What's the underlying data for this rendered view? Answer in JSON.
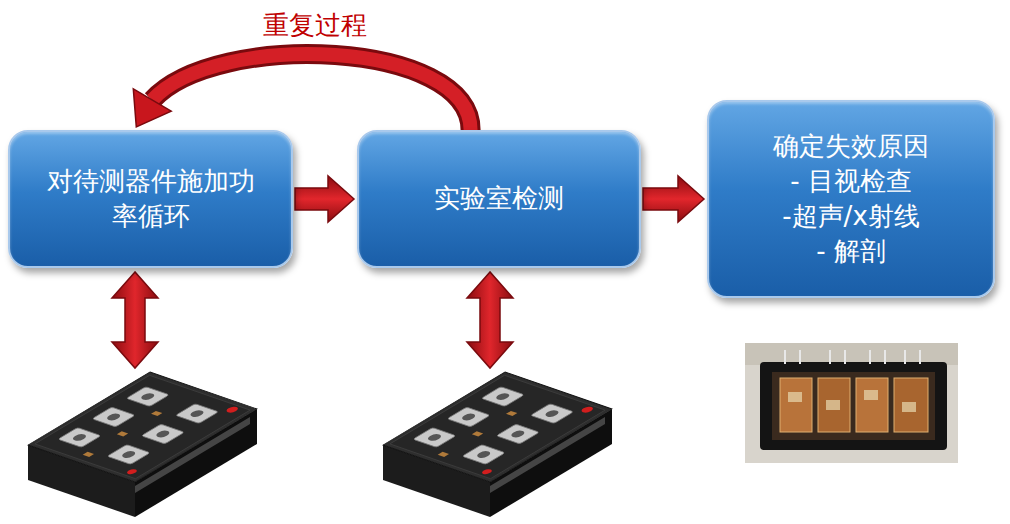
{
  "diagram": {
    "nodes": [
      {
        "text": [
          "对待测器件施加功率循环"
        ]
      },
      {
        "text": [
          "实验室检测"
        ]
      },
      {
        "text": [
          "确定失效原因",
          "- 目视检查",
          "-超声/x射线",
          "- 解剖"
        ]
      }
    ],
    "edges": [
      {
        "from": 0,
        "to": 1,
        "arrow": "to"
      },
      {
        "from": 1,
        "to": 2,
        "arrow": "to"
      },
      {
        "from": 1,
        "to": 0,
        "label": "重复过程",
        "arrow": "to"
      }
    ]
  }
}
